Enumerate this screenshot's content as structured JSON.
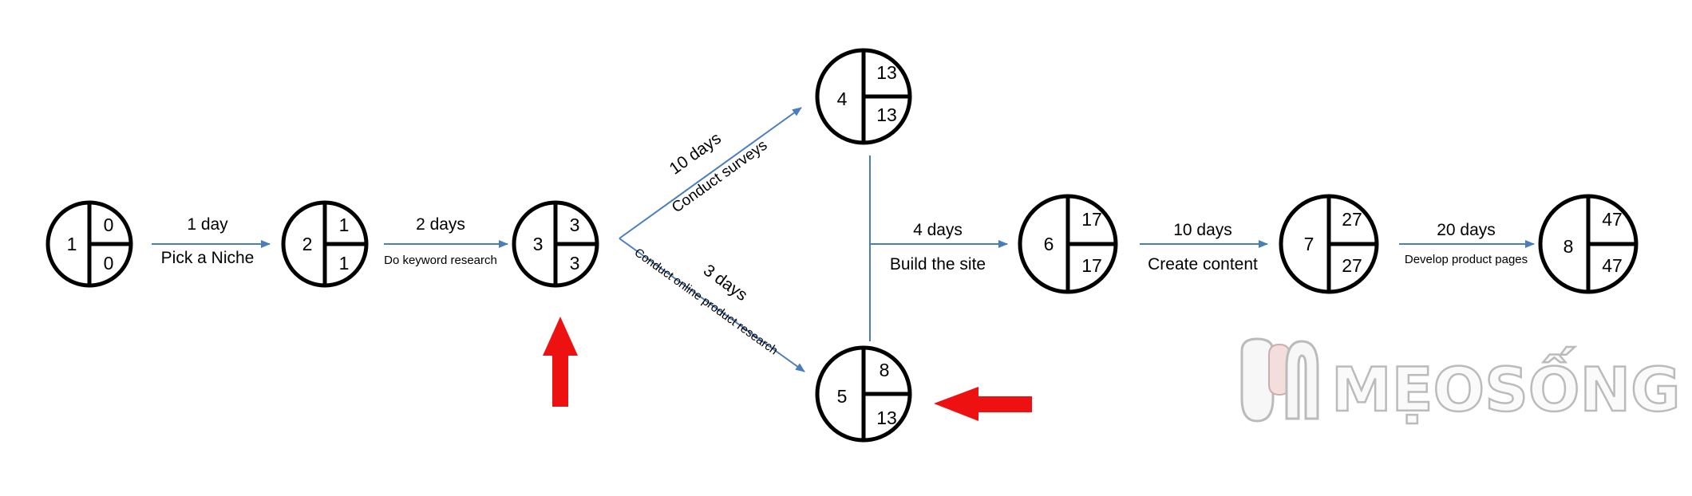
{
  "nodes": [
    {
      "id": "1",
      "top": "0",
      "bottom": "0"
    },
    {
      "id": "2",
      "top": "1",
      "bottom": "1"
    },
    {
      "id": "3",
      "top": "3",
      "bottom": "3"
    },
    {
      "id": "4",
      "top": "13",
      "bottom": "13"
    },
    {
      "id": "5",
      "top": "8",
      "bottom": "13"
    },
    {
      "id": "6",
      "top": "17",
      "bottom": "17"
    },
    {
      "id": "7",
      "top": "27",
      "bottom": "27"
    },
    {
      "id": "8",
      "top": "47",
      "bottom": "47"
    }
  ],
  "edges": [
    {
      "from": "1",
      "to": "2",
      "duration": "1 day",
      "task": "Pick a Niche"
    },
    {
      "from": "2",
      "to": "3",
      "duration": "2 days",
      "task": "Do keyword research"
    },
    {
      "from": "3",
      "to": "4",
      "duration": "10 days",
      "task": "Conduct surveys"
    },
    {
      "from": "3",
      "to": "5",
      "duration": "3 days",
      "task": "Conduct online product research"
    },
    {
      "from": "4/5",
      "to": "6",
      "duration": "4 days",
      "task": "Build the site"
    },
    {
      "from": "6",
      "to": "7",
      "duration": "10 days",
      "task": "Create content"
    },
    {
      "from": "7",
      "to": "8",
      "duration": "20 days",
      "task": "Develop product pages"
    }
  ],
  "watermark": {
    "text": "MẸOSỐNG"
  },
  "colors": {
    "arrow_line": "#4a7ebb",
    "highlight_arrow": "#ee1111",
    "node_stroke": "#000000"
  },
  "annotations": [
    {
      "name": "up-arrow",
      "points_to": "3"
    },
    {
      "name": "left-arrow",
      "points_to": "5"
    }
  ]
}
